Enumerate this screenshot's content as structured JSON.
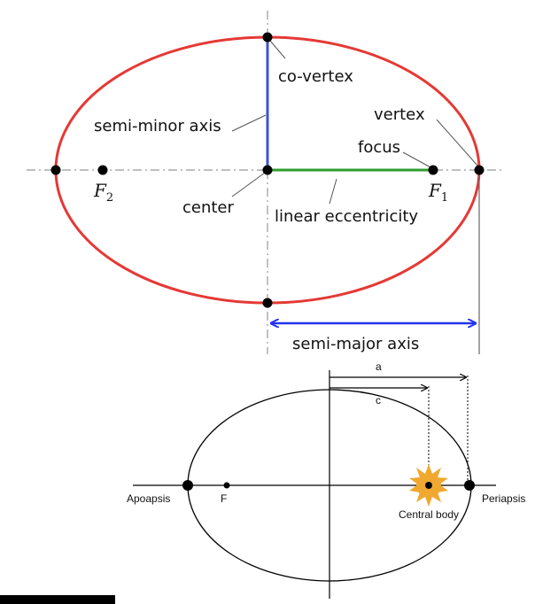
{
  "colors": {
    "ellipse_top": "#e53935",
    "semi_minor": "#3f51d6",
    "linear_ecc": "#2e9e2e",
    "semi_major_arrow": "#2233ee",
    "sun": "#f0a830",
    "dash": "#999999"
  },
  "top_diagram": {
    "labels": {
      "co_vertex": "co-vertex",
      "semi_minor_axis": "semi-minor axis",
      "vertex": "vertex",
      "focus": "focus",
      "center": "center",
      "linear_eccentricity": "linear eccentricity",
      "semi_major_axis": "semi-major axis"
    },
    "foci": {
      "f2": {
        "letter": "F",
        "sub": "2"
      },
      "f1": {
        "letter": "F",
        "sub": "1"
      }
    }
  },
  "bottom_diagram": {
    "labels": {
      "a": "a",
      "c": "c",
      "apoapsis": "Apoapsis",
      "f": "F",
      "central_body": "Central body",
      "periapsis": "Periapsis"
    },
    "icons": {
      "central_body": "sun-icon"
    }
  }
}
